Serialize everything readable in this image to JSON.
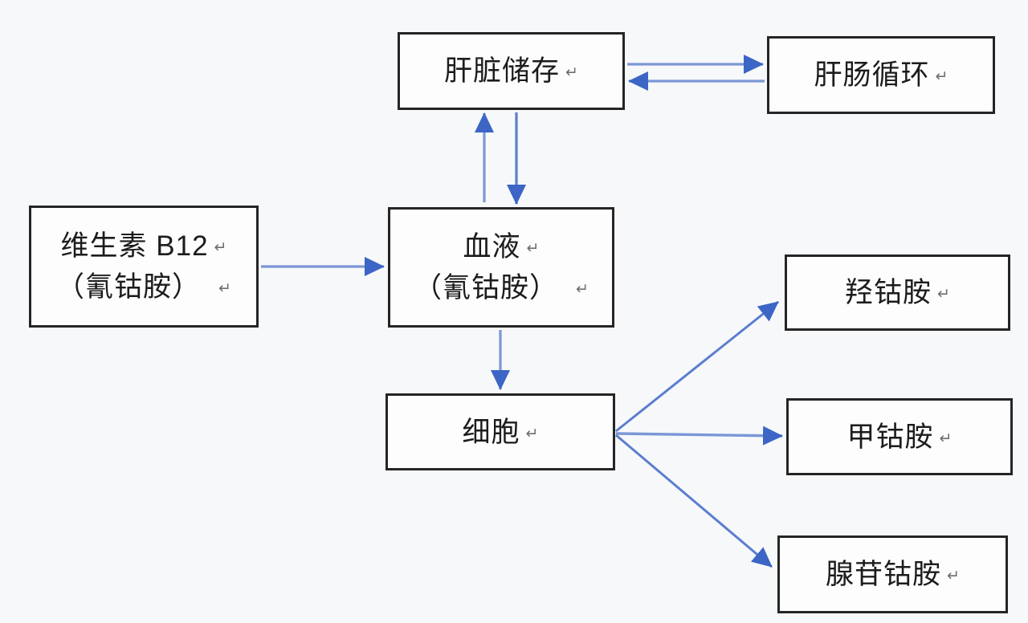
{
  "diagram": {
    "type": "flowchart",
    "subject": "Vitamin B12 metabolism pathway",
    "colors": {
      "background": "#f7f8fa",
      "box_border": "#252525",
      "box_fill": "#fdfdfe",
      "arrow_shaft": "#7b97d6",
      "arrow_head": "#3c65c6",
      "text": "#1c1c1c",
      "paragraph_mark": "#6e6e6e"
    },
    "paragraph_mark": "↵",
    "nodes": [
      {
        "id": "liver-storage",
        "lines": [
          "肝脏储存"
        ]
      },
      {
        "id": "enterohepatic-circulation",
        "lines": [
          "肝肠循环"
        ]
      },
      {
        "id": "vitamin-b12",
        "lines": [
          "维生素 B12",
          "（氰钴胺）"
        ]
      },
      {
        "id": "blood",
        "lines": [
          "血液",
          "（氰钴胺）"
        ]
      },
      {
        "id": "cell",
        "lines": [
          "细胞"
        ]
      },
      {
        "id": "hydroxocobalamin",
        "lines": [
          "羟钴胺"
        ]
      },
      {
        "id": "methylcobalamin",
        "lines": [
          "甲钴胺"
        ]
      },
      {
        "id": "adenosylcobalamin",
        "lines": [
          "腺苷钴胺"
        ]
      }
    ],
    "edges": [
      {
        "from": "vitamin-b12",
        "to": "blood"
      },
      {
        "from": "blood",
        "to": "liver-storage"
      },
      {
        "from": "liver-storage",
        "to": "blood"
      },
      {
        "from": "liver-storage",
        "to": "enterohepatic-circulation"
      },
      {
        "from": "enterohepatic-circulation",
        "to": "liver-storage"
      },
      {
        "from": "blood",
        "to": "cell"
      },
      {
        "from": "cell",
        "to": "hydroxocobalamin"
      },
      {
        "from": "cell",
        "to": "methylcobalamin"
      },
      {
        "from": "cell",
        "to": "adenosylcobalamin"
      }
    ]
  }
}
